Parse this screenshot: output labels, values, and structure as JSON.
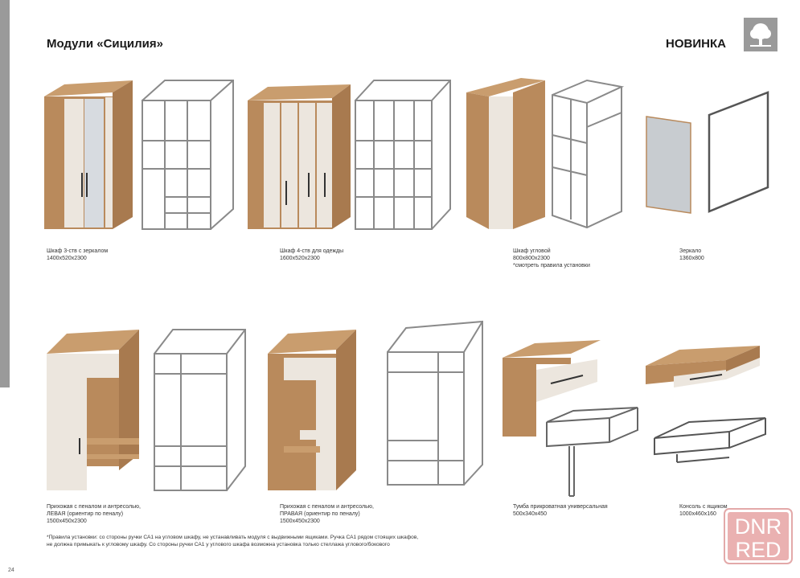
{
  "header": {
    "title": "Модули «Сицилия»",
    "badge": "НОВИНКА"
  },
  "items": [
    {
      "name": "Шкаф 3-ств с зеркалом",
      "size": "1400x520x2300"
    },
    {
      "name": "Шкаф 4-ств для одежды",
      "size": "1600x520x2300"
    },
    {
      "name": "Шкаф угловой",
      "size": "800x800x2300",
      "note": "*смотреть правила установки"
    },
    {
      "name": "Зеркало",
      "size": "1360x800"
    },
    {
      "name": "Прихожая с пеналом и антресолью,",
      "sub": "ЛЕВАЯ (ориентир по пеналу)",
      "size": "1500x450x2300"
    },
    {
      "name": "Прихожая с пеналом и антресолью,",
      "sub": "ПРАВАЯ (ориентир по пеналу)",
      "size": "1500x450x2300"
    },
    {
      "name": "Тумба прикроватная универсальная",
      "size": "500x340x450"
    },
    {
      "name": "Консоль с ящиком",
      "size": "1000x460x160"
    }
  ],
  "footnote": {
    "line1": "*Правила установки: со стороны ручки СА1 на угловом шкафу, не устанавливать модуля с выдвижными ящиками. Ручка СА1 рядом стоящих шкафов,",
    "line2": "не должна примыкать к угловому шкафу. Со стороны ручки СА1 у углового шкафа возможна установка только стеллажа углового/бокового"
  },
  "page_number": "24",
  "watermark": {
    "line1": "DNR",
    "line2": "RED"
  },
  "colors": {
    "wood": "#b98a5c",
    "cream": "#ece6de",
    "wire": "#8a8a8a"
  }
}
